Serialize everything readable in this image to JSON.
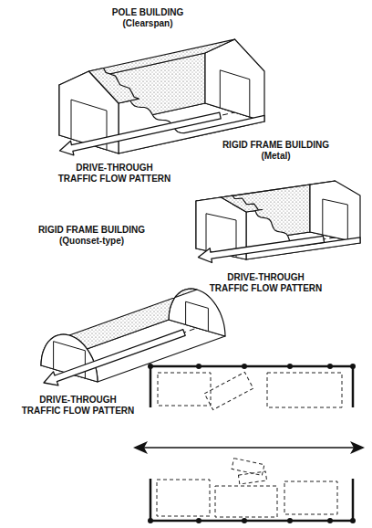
{
  "diagram": {
    "labels": [
      "POLE BUILDING (Clearspan)",
      "RIGID FRAME BUILDING (Metal)",
      "DRIVE-THROUGH TRAFFIC FLOW PATTERN",
      "RIGID FRAME BUILDING (Quonset-type)",
      "DRIVE-THROUGH TRAFFIC FLOW PATTERN",
      "DRIVE-THROUGH TRAFFIC FLOW PATTERN"
    ]
  }
}
